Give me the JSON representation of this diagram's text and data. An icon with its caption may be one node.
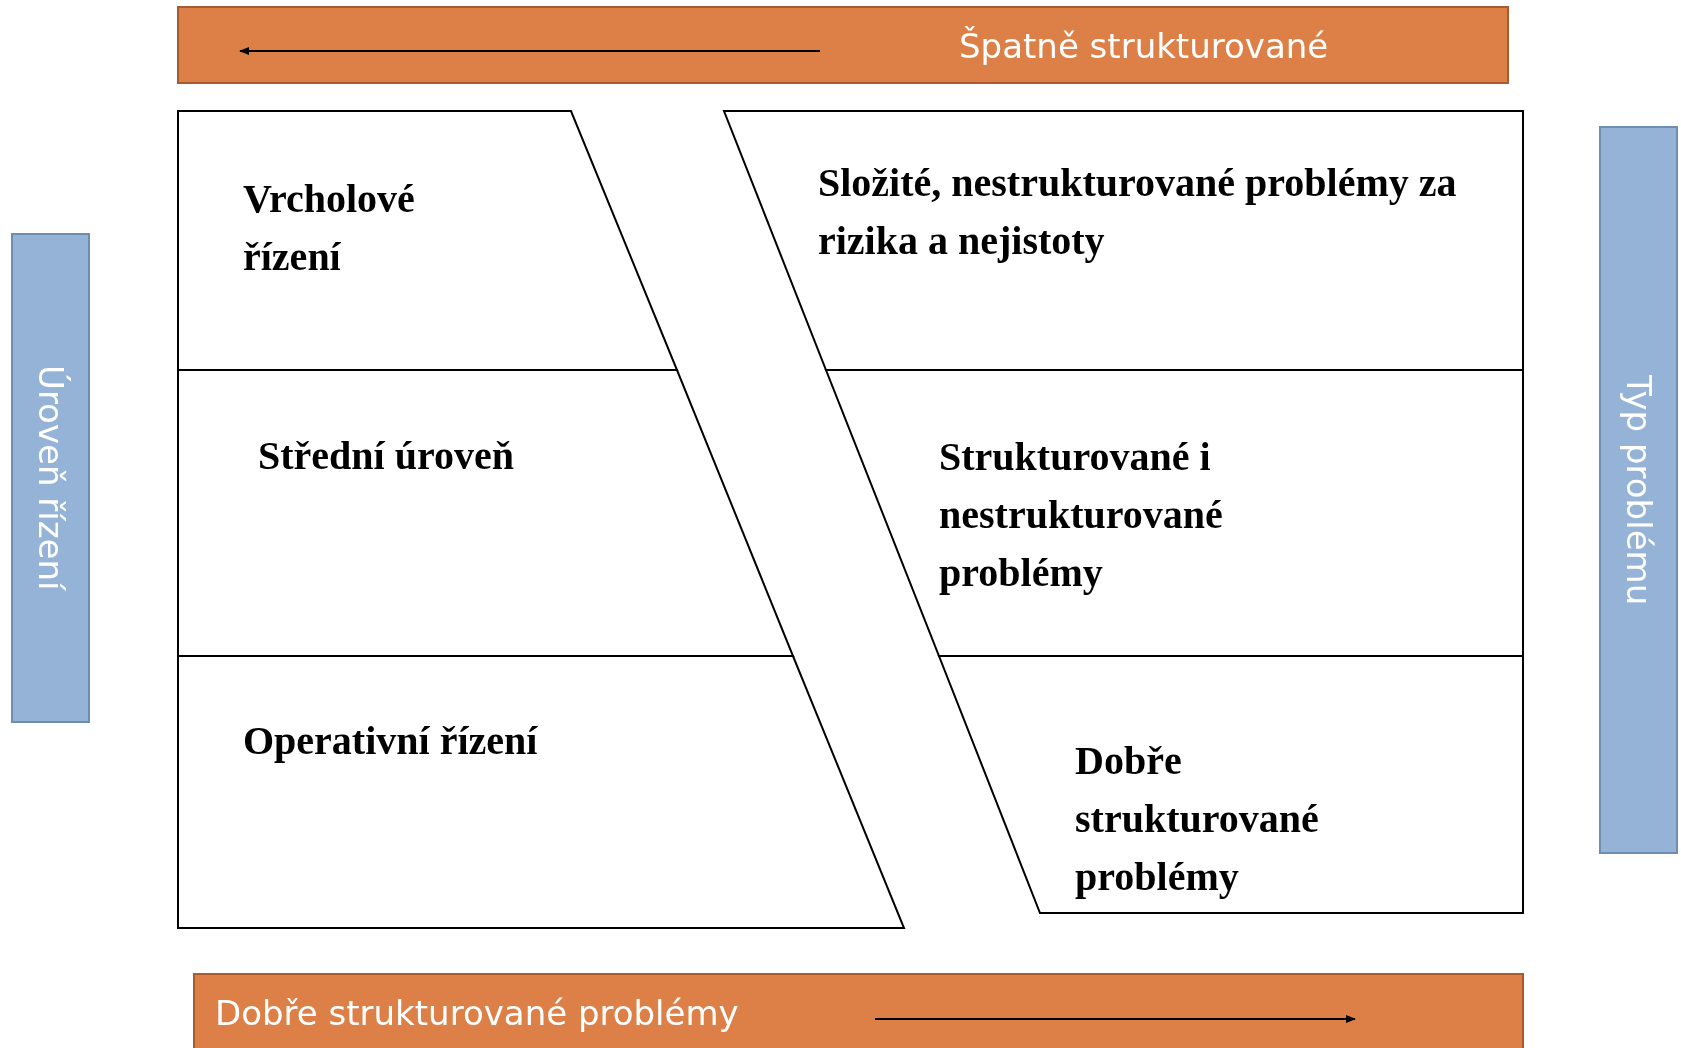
{
  "diagram": {
    "nodes": [
      {
        "text": [
          "Špatně strukturované"
        ]
      },
      {
        "text": [
          "Vrcholové řízení"
        ]
      },
      {
        "text": [
          "Střední úroveň"
        ]
      },
      {
        "text": [
          "Operativní řízení"
        ]
      },
      {
        "text": [
          "Složité, nestrukturované problémy za rizika a nejistoty"
        ]
      },
      {
        "text": [
          "Strukturované i nestrukturované problémy"
        ]
      },
      {
        "text": [
          "Dobře strukturované problémy"
        ]
      },
      {
        "text": [
          "Úroveň řízení"
        ]
      },
      {
        "text": [
          "Typ problému"
        ]
      },
      {
        "text": [
          "Dobře strukturované problémy"
        ]
      }
    ]
  }
}
